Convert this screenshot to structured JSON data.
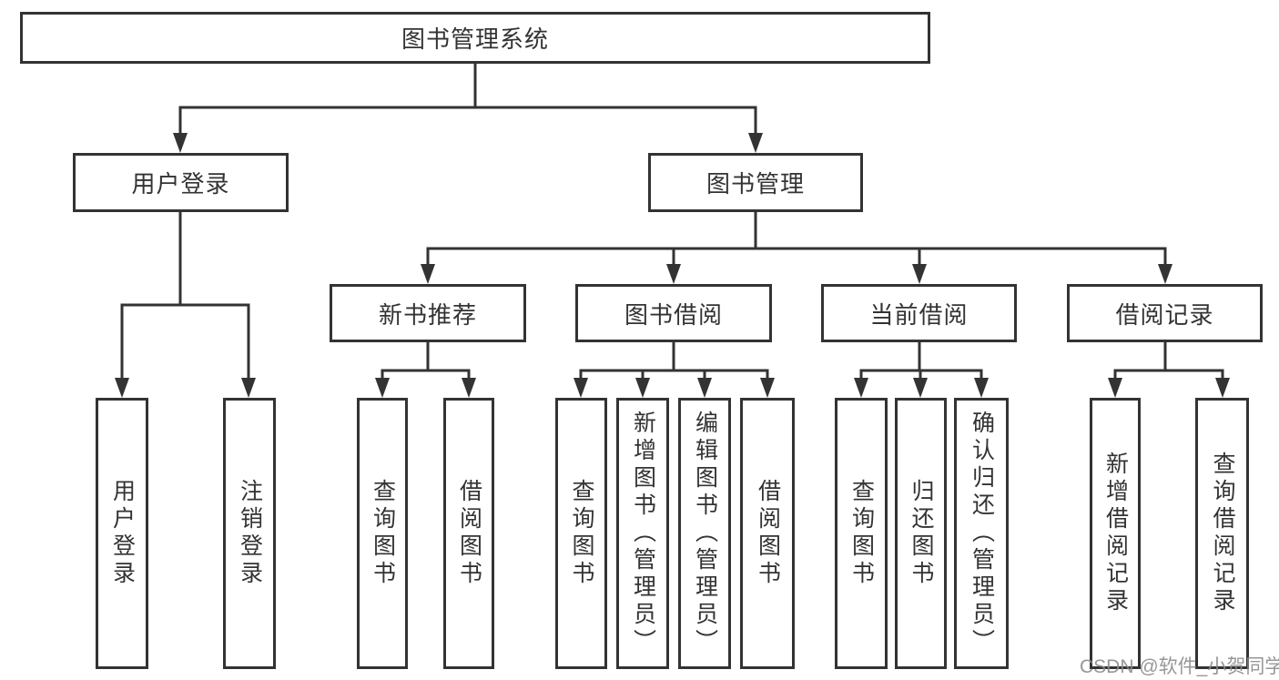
{
  "nodes": {
    "root": "图书管理系统",
    "level2": [
      {
        "label": "用户登录"
      },
      {
        "label": "图书管理"
      }
    ],
    "level3": [
      {
        "label": "新书推荐",
        "parent": "图书管理"
      },
      {
        "label": "图书借阅",
        "parent": "图书管理"
      },
      {
        "label": "当前借阅",
        "parent": "图书管理"
      },
      {
        "label": "借阅记录",
        "parent": "图书管理"
      }
    ],
    "leaves": [
      {
        "label": "用户登录",
        "parent": "用户登录"
      },
      {
        "label": "注销登录",
        "parent": "用户登录"
      },
      {
        "label": "查询图书",
        "parent": "新书推荐"
      },
      {
        "label": "借阅图书",
        "parent": "新书推荐"
      },
      {
        "label": "查询图书",
        "parent": "图书借阅"
      },
      {
        "label": "新增图书（管理员）",
        "parent": "图书借阅"
      },
      {
        "label": "编辑图书（管理员）",
        "parent": "图书借阅"
      },
      {
        "label": "借阅图书",
        "parent": "图书借阅"
      },
      {
        "label": "查询图书",
        "parent": "当前借阅"
      },
      {
        "label": "归还图书",
        "parent": "当前借阅"
      },
      {
        "label": "确认归还（管理员）",
        "parent": "当前借阅"
      },
      {
        "label": "新增借阅记录",
        "parent": "借阅记录"
      },
      {
        "label": "查询借阅记录",
        "parent": "借阅记录"
      }
    ]
  },
  "watermark": {
    "text": "CSDN @软件_小贺同学"
  },
  "colors": {
    "line": "#333333",
    "text": "#333333",
    "box_background": "#ffffff",
    "page_background": "#ffffff",
    "watermark": "#8c8c8c"
  }
}
